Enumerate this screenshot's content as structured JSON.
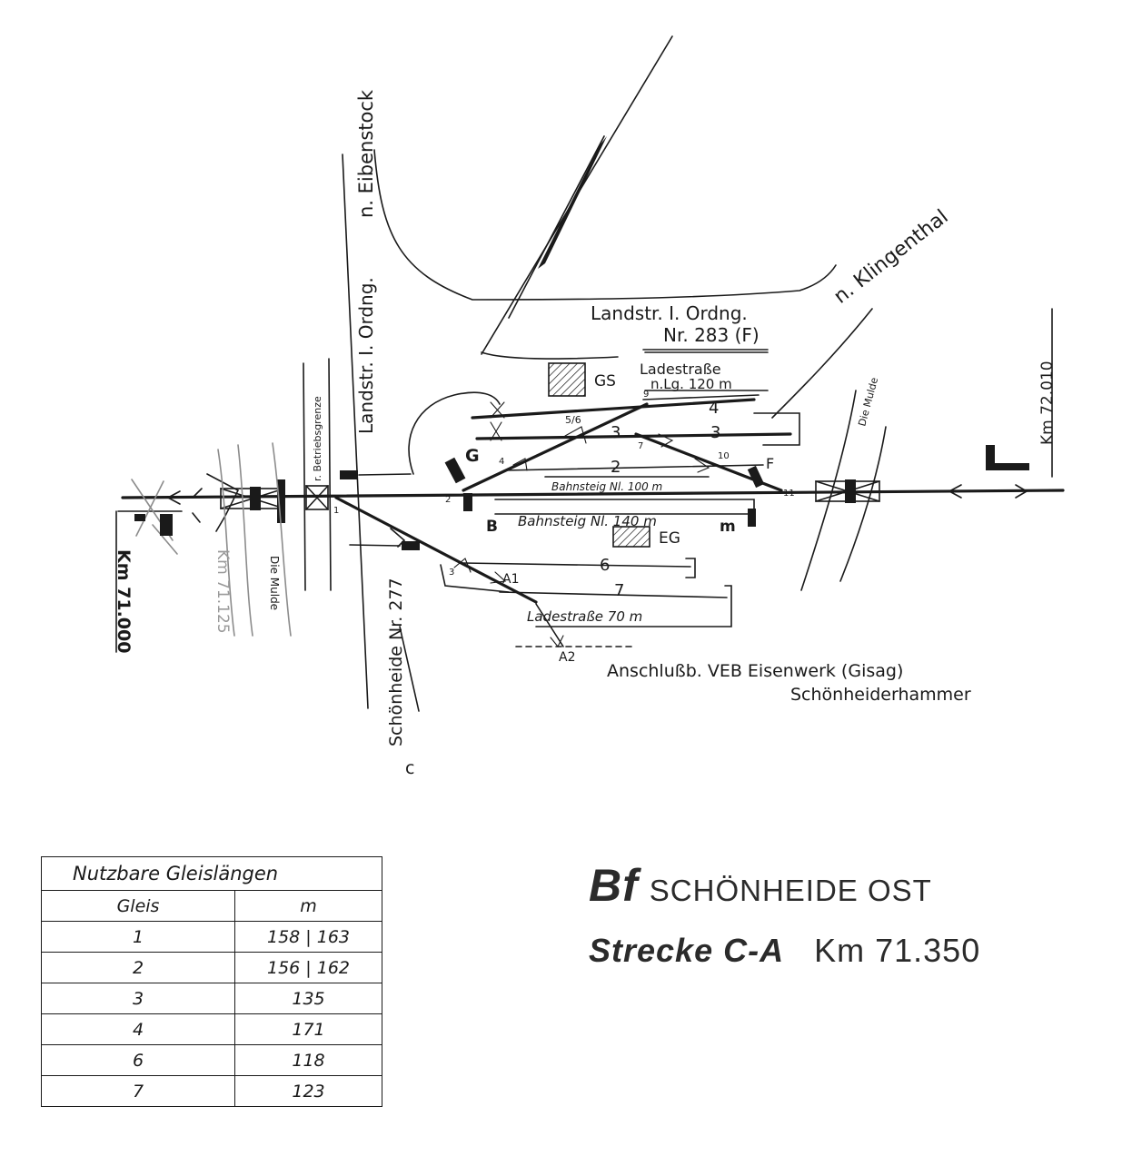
{
  "plan": {
    "labels": {
      "to_eibenstock": "n. Eibenstock",
      "road_left": "Landstr. I. Ordng.",
      "to_klingenthal": "n. Klingenthal",
      "road_top_1": "Landstr. I. Ordng.",
      "road_top_2": "Nr. 283 (F)",
      "gs": "GS",
      "ladestrasse_top_1": "Ladestraße",
      "ladestrasse_top_2": "n.Lg. 120 m",
      "km_right": "Km 72.010",
      "km_left": "Km 71.000",
      "km_left_faint": "Km 71.125",
      "mulde_left": "Die Mulde",
      "mulde_right": "Die Mulde",
      "betrieb": "r. Betriebsgrenze",
      "road_bottom": "Schönheide Nr. 277",
      "road_bottom_c": "c",
      "signal_g": "G",
      "signal_f": "F",
      "signal_b": "B",
      "signal_m": "m",
      "eg": "EG",
      "bahnsteig_top": "Bahnsteig Nl. 100 m",
      "bahnsteig": "Bahnsteig Nl. 140 m",
      "ladestrasse_bottom": "Ladestraße 70 m",
      "a1": "A1",
      "a2": "A2",
      "anschluss_1": "Anschlußb. VEB Eisenwerk (Gisag)",
      "anschluss_2": "Schönheiderhammer",
      "track_2": "2",
      "track_3a": "3",
      "track_3b": "3",
      "track_4": "4",
      "track_6": "6",
      "track_7": "7",
      "sw_1": "1",
      "sw_2": "2",
      "sw_3": "3",
      "sw_4": "4",
      "sw_56": "5/6",
      "sw_7": "7",
      "sw_9": "9",
      "sw_10": "10",
      "sw_11": "11"
    }
  },
  "table": {
    "title": "Nutzbare Gleislängen",
    "col_gleis": "Gleis",
    "col_m": "m",
    "rows": [
      {
        "gleis": "1",
        "m": "158 | 163"
      },
      {
        "gleis": "2",
        "m": "156 | 162"
      },
      {
        "gleis": "3",
        "m": "135"
      },
      {
        "gleis": "4",
        "m": "171"
      },
      {
        "gleis": "6",
        "m": "118"
      },
      {
        "gleis": "7",
        "m": "123"
      }
    ]
  },
  "stamp": {
    "bf": "Bf",
    "name": "SCHÖNHEIDE OST",
    "strecke": "Strecke C-A",
    "km": "Km 71.350"
  }
}
